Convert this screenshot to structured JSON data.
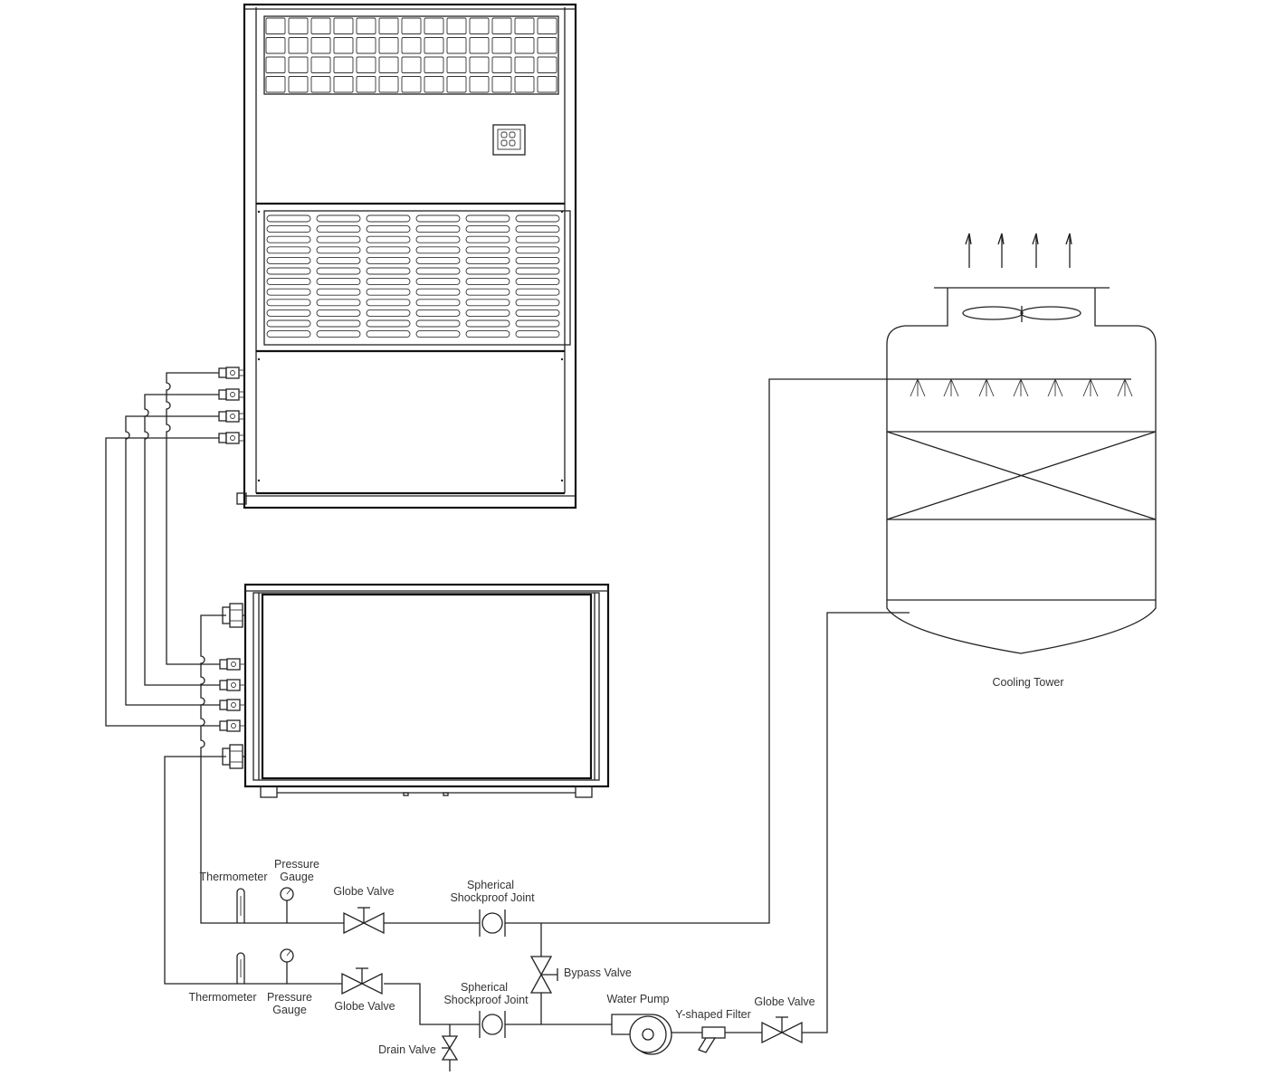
{
  "labels": {
    "cooling_tower": "Cooling Tower",
    "thermometer_upper": "Thermometer",
    "pressure_gauge_upper_1": "Pressure",
    "pressure_gauge_upper_2": "Gauge",
    "globe_valve_upper": "Globe Valve",
    "spherical_joint_upper_1": "Spherical",
    "spherical_joint_upper_2": "Shockproof Joint",
    "bypass_valve": "Bypass Valve",
    "thermometer_lower": "Thermometer",
    "pressure_gauge_lower_1": "Pressure",
    "pressure_gauge_lower_2": "Gauge",
    "globe_valve_lower": "Globe Valve",
    "spherical_joint_lower_1": "Spherical",
    "spherical_joint_lower_2": "Shockproof Joint",
    "water_pump": "Water Pump",
    "y_filter": "Y-shaped Filter",
    "globe_valve_right": "Globe Valve",
    "drain_valve": "Drain Valve"
  }
}
